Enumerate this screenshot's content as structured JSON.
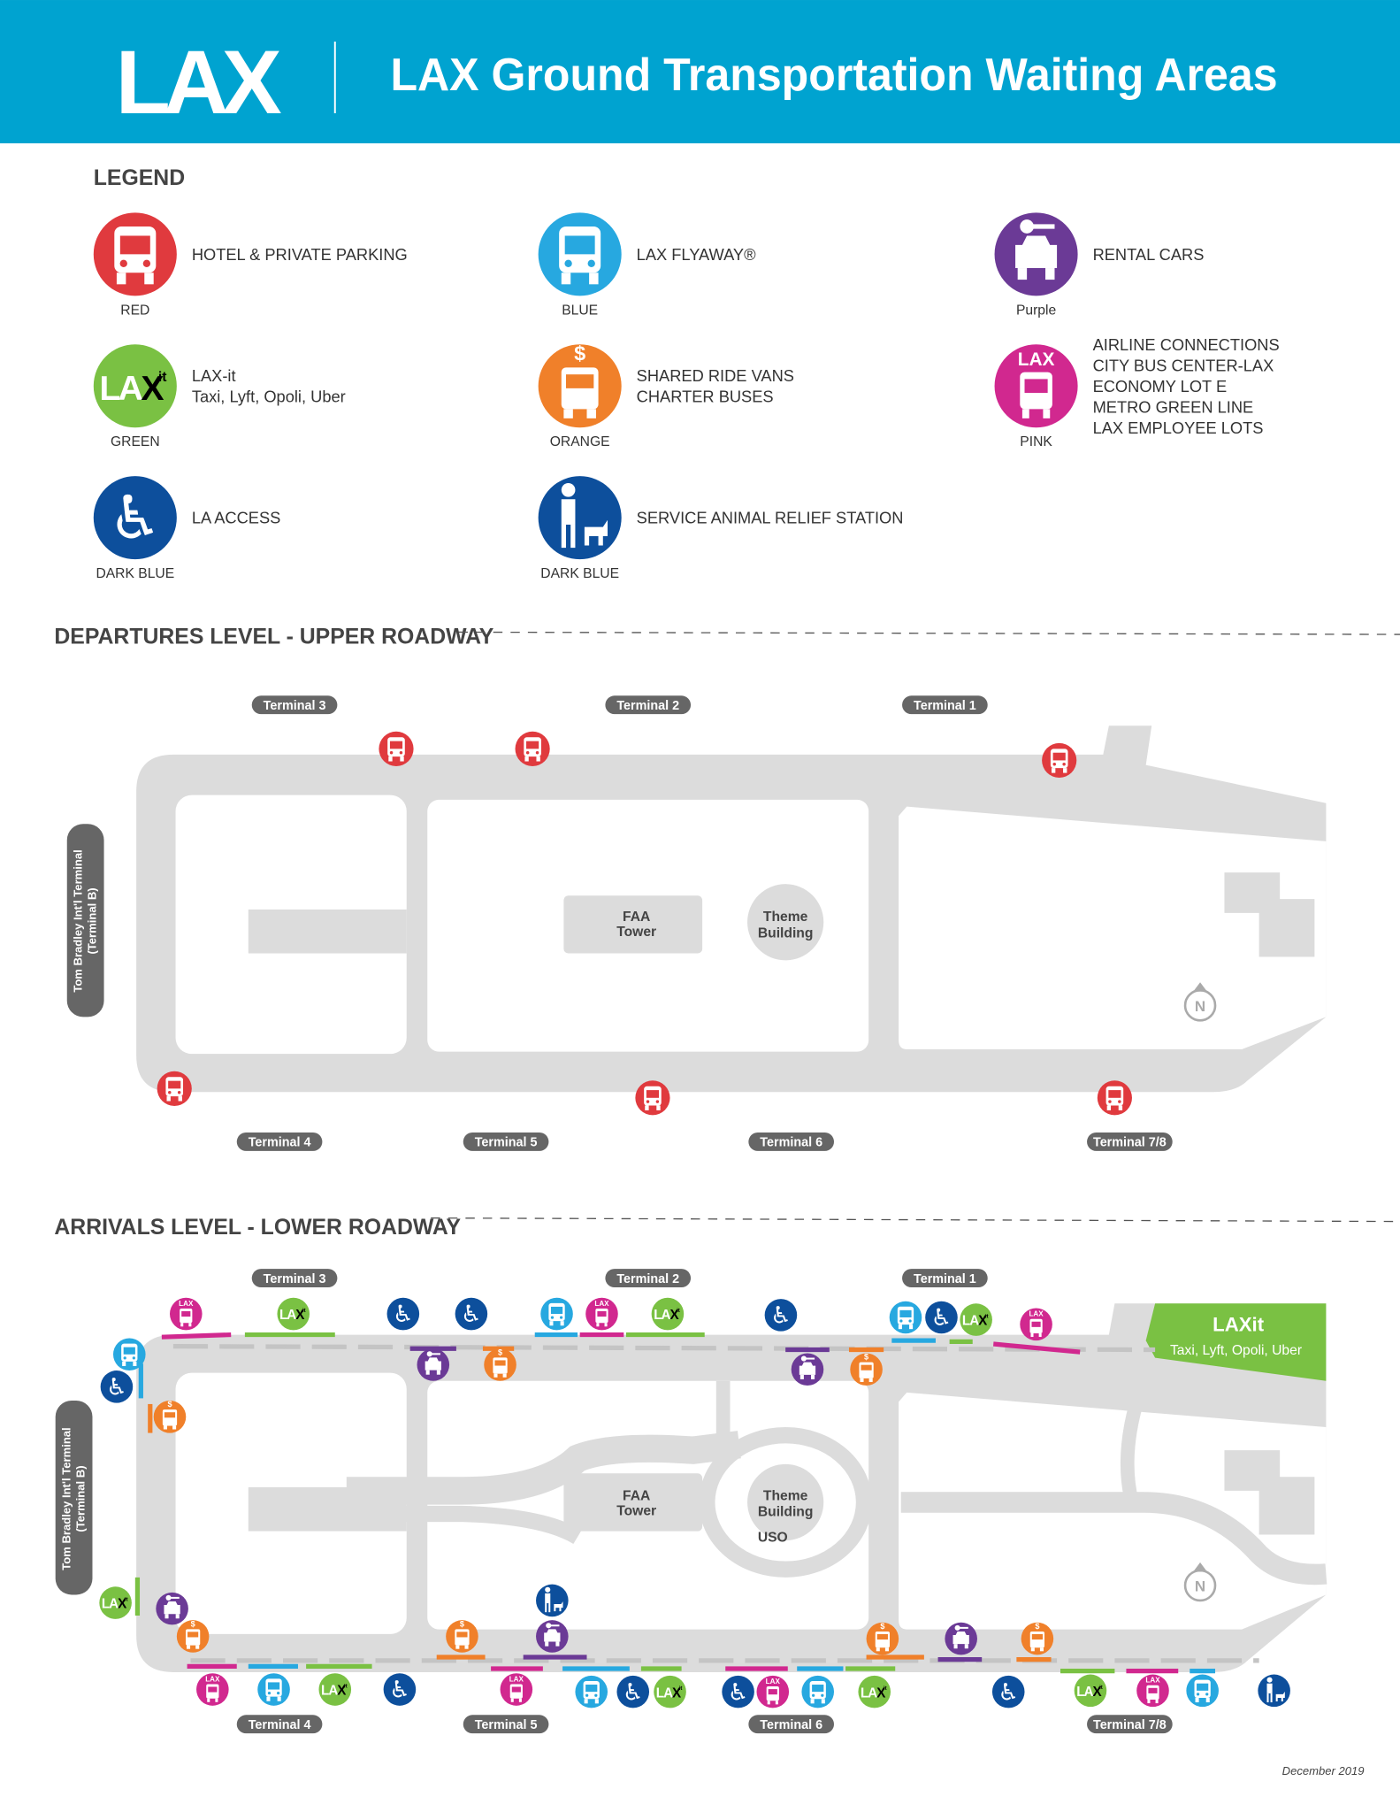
{
  "header": {
    "logo": "LAX",
    "title": "LAX Ground Transportation Waiting Areas",
    "color": "#00a3d0"
  },
  "legend": {
    "heading": "LEGEND",
    "items": [
      {
        "key": "red",
        "lines": [
          "HOTEL & PRIVATE PARKING"
        ],
        "caption": "RED",
        "color": "#e03a3e"
      },
      {
        "key": "blue",
        "lines": [
          "LAX FLYAWAY®"
        ],
        "caption": "BLUE",
        "color": "#27a8e0"
      },
      {
        "key": "purple",
        "lines": [
          "RENTAL CARS"
        ],
        "caption": "Purple",
        "color": "#6b3a96"
      },
      {
        "key": "green",
        "lines": [
          "LAX-it",
          "Taxi, Lyft, Opoli, Uber"
        ],
        "caption": "GREEN",
        "color": "#7ac143"
      },
      {
        "key": "orange",
        "lines": [
          "SHARED RIDE VANS",
          "CHARTER BUSES"
        ],
        "caption": "ORANGE",
        "color": "#f0802a"
      },
      {
        "key": "pink",
        "lines": [
          "AIRLINE CONNECTIONS",
          "CITY BUS CENTER-LAX",
          "ECONOMY LOT E",
          "METRO GREEN LINE",
          "LAX EMPLOYEE LOTS"
        ],
        "caption": "PINK",
        "color": "#d1288f"
      },
      {
        "key": "access",
        "lines": [
          "LA ACCESS"
        ],
        "caption": "DARK BLUE",
        "color": "#0d4f9c"
      },
      {
        "key": "service",
        "lines": [
          "SERVICE ANIMAL RELIEF STATION"
        ],
        "caption": "DARK BLUE",
        "color": "#0d4f9c"
      }
    ]
  },
  "departures": {
    "heading": "DEPARTURES LEVEL - UPPER ROADWAY",
    "terminals_top": [
      "Terminal 3",
      "Terminal 2",
      "Terminal 1"
    ],
    "terminals_bottom": [
      "Terminal 4",
      "Terminal 5",
      "Terminal 6",
      "Terminal 7/8"
    ],
    "tbit": [
      "Tom Bradley Int'l Terminal",
      "(Terminal B)"
    ],
    "faa": [
      "FAA",
      "Tower"
    ],
    "theme": [
      "Theme",
      "Building"
    ]
  },
  "arrivals": {
    "heading": "ARRIVALS LEVEL - LOWER ROADWAY",
    "terminals_top": [
      "Terminal 3",
      "Terminal 2",
      "Terminal 1"
    ],
    "terminals_bottom": [
      "Terminal 4",
      "Terminal 5",
      "Terminal 6",
      "Terminal 7/8"
    ],
    "tbit": [
      "Tom Bradley Int'l Terminal",
      "(Terminal B)"
    ],
    "faa": [
      "FAA",
      "Tower"
    ],
    "theme": [
      "Theme",
      "Building"
    ],
    "uso": "USO",
    "laxit_zone": {
      "logo": "LAXit",
      "label": "Taxi, Lyft, Opoli, Uber"
    }
  },
  "north_label": "N",
  "date": "December 2019"
}
